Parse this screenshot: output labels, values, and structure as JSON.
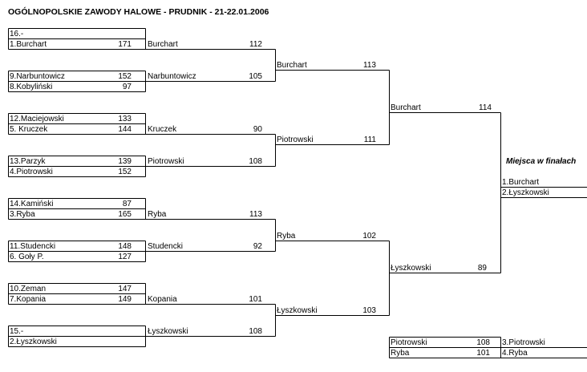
{
  "title": "OGÓLNOPOLSKIE ZAWODY HALOWE -  PRUDNIK  - 21-22.01.2006",
  "round1": [
    {
      "top_name": "16.-",
      "top_score": "",
      "bottom_name": "1.Burchart",
      "bottom_score": "171"
    },
    {
      "top_name": "9.Narbuntowicz",
      "top_score": "152",
      "bottom_name": "8.Kobyliński",
      "bottom_score": "97"
    },
    {
      "top_name": "12.Maciejowski",
      "top_score": "133",
      "bottom_name": "5. Kruczek",
      "bottom_score": "144"
    },
    {
      "top_name": "13.Parzyk",
      "top_score": "139",
      "bottom_name": "4.Piotrowski",
      "bottom_score": "152"
    },
    {
      "top_name": "14.Kamiński",
      "top_score": "87",
      "bottom_name": "3.Ryba",
      "bottom_score": "165"
    },
    {
      "top_name": "11.Studencki",
      "top_score": "148",
      "bottom_name": "6. Goły P.",
      "bottom_score": "127"
    },
    {
      "top_name": "10.Zeman",
      "top_score": "147",
      "bottom_name": "7.Kopania",
      "bottom_score": "149"
    },
    {
      "top_name": "15.-",
      "top_score": "",
      "bottom_name": "2.Łyszkowski",
      "bottom_score": ""
    }
  ],
  "round2": [
    {
      "name": "Burchart",
      "score": "112"
    },
    {
      "name": "Narbuntowicz",
      "score": "105"
    },
    {
      "name": "Kruczek",
      "score": "90"
    },
    {
      "name": "Piotrowski",
      "score": "108"
    },
    {
      "name": "Ryba",
      "score": "113"
    },
    {
      "name": "Studencki",
      "score": "92"
    },
    {
      "name": "Kopania",
      "score": "101"
    },
    {
      "name": "Łyszkowski",
      "score": "108"
    }
  ],
  "round3": [
    {
      "name": "Burchart",
      "score": "113"
    },
    {
      "name": "Piotrowski",
      "score": "111"
    },
    {
      "name": "Ryba",
      "score": "102"
    },
    {
      "name": "Łyszkowski",
      "score": "103"
    }
  ],
  "round4": [
    {
      "name": "Burchart",
      "score": "114"
    },
    {
      "name": "Łyszkowski",
      "score": "89"
    }
  ],
  "third_place": [
    {
      "name": "Piotrowski",
      "score": "108"
    },
    {
      "name": "Ryba",
      "score": "101"
    }
  ],
  "places": {
    "title": "Miejsca w finałach",
    "list": [
      "1.Burchart",
      "2.Łyszkowski",
      "3.Piotrowski",
      "4.Ryba"
    ]
  }
}
